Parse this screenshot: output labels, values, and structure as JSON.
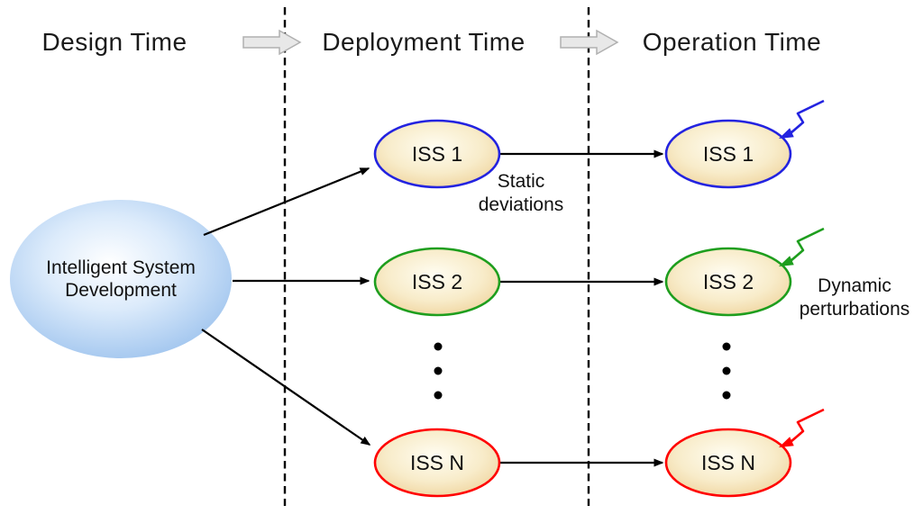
{
  "phases": [
    {
      "label": "Design Time"
    },
    {
      "label": "Deployment Time"
    },
    {
      "label": "Operation Time"
    }
  ],
  "design_node": {
    "label_line1": "Intelligent System",
    "label_line2": "Development"
  },
  "deployment_nodes": [
    {
      "label": "ISS 1",
      "border_color": "#2323e0"
    },
    {
      "label": "ISS 2",
      "border_color": "#1e9e1e"
    },
    {
      "label": "ISS N",
      "border_color": "#ff0000"
    }
  ],
  "operation_nodes": [
    {
      "label": "ISS 1",
      "border_color": "#2323e0"
    },
    {
      "label": "ISS 2",
      "border_color": "#1e9e1e"
    },
    {
      "label": "ISS N",
      "border_color": "#ff0000"
    }
  ],
  "annotations": {
    "static_deviations": {
      "line1": "Static",
      "line2": "deviations",
      "color": "#2222cc"
    },
    "dynamic_perturbations": {
      "line1": "Dynamic",
      "line2": "perturbations",
      "color": "#2222cc"
    }
  },
  "colors": {
    "divider": "#000000",
    "flow_arrow": "#000000",
    "phase_arrow_fill": "#e8e8e8",
    "phase_arrow_stroke": "#b0b0b0",
    "design_ellipse_edge": "#a3c7ee",
    "node_fill_edge": "#eed49c",
    "dots": "#000000"
  }
}
